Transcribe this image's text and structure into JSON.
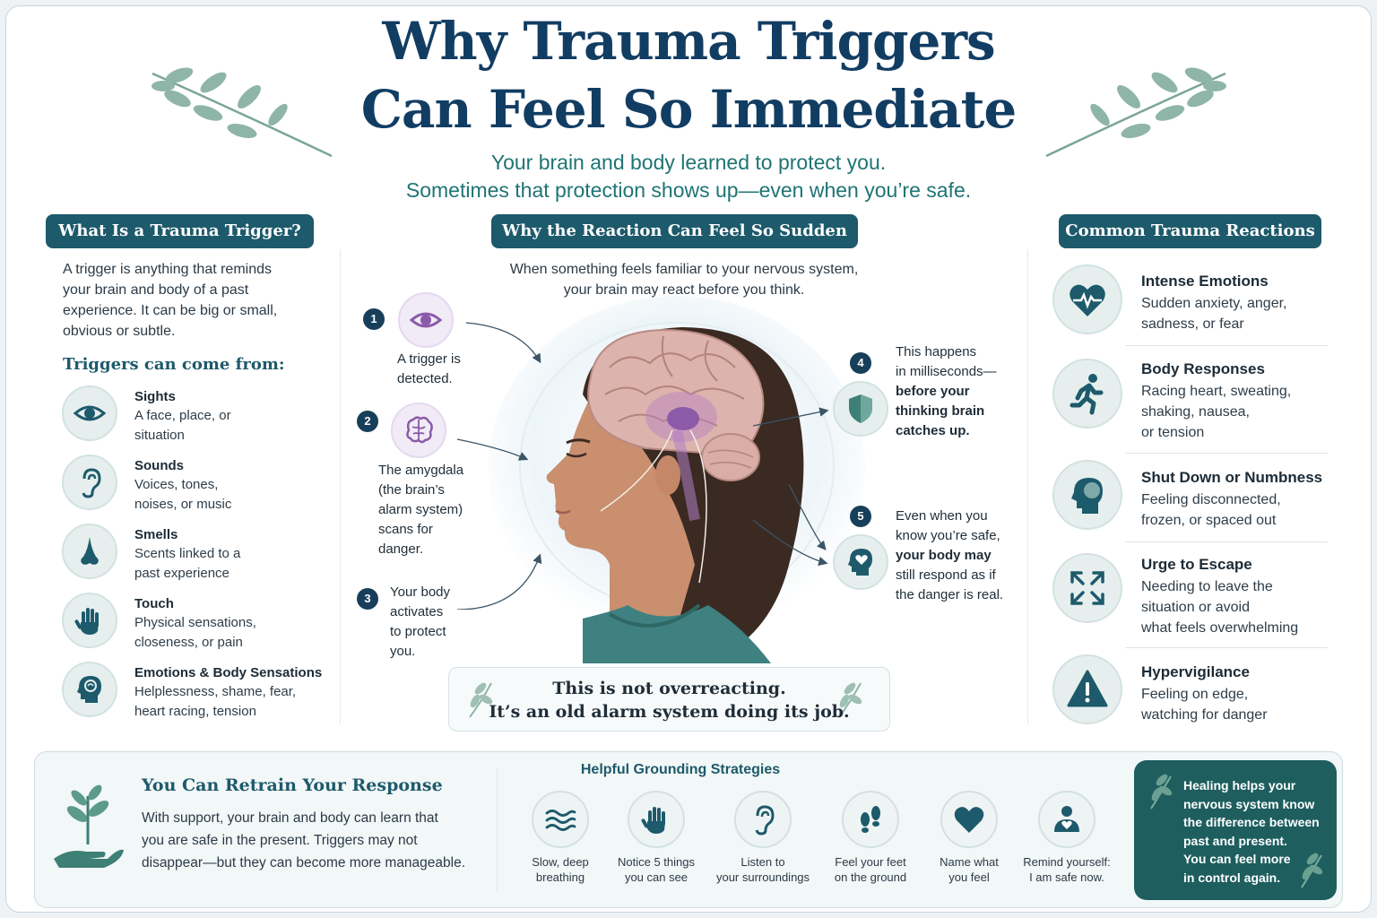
{
  "header": {
    "title_line1": "Why Trauma Triggers",
    "title_line2": "Can Feel So Immediate",
    "subtitle_line1": "Your brain and body learned to protect you.",
    "subtitle_line2": "Sometimes that protection shows up—even when you’re safe."
  },
  "left": {
    "heading": "What Is a Trauma Trigger?",
    "intro_lines": [
      "A trigger is anything that reminds",
      "your brain and body of a past",
      "experience. It can be big or small,",
      "obvious or subtle."
    ],
    "subheading": "Triggers can come from:",
    "items": [
      {
        "icon": "eye-icon",
        "title": "Sights",
        "desc_lines": [
          "A face, place, or",
          "situation"
        ]
      },
      {
        "icon": "ear-icon",
        "title": "Sounds",
        "desc_lines": [
          "Voices, tones,",
          "noises, or music"
        ]
      },
      {
        "icon": "nose-icon",
        "title": "Smells",
        "desc_lines": [
          "Scents linked to a",
          "past experience"
        ]
      },
      {
        "icon": "hand-icon",
        "title": "Touch",
        "desc_lines": [
          "Physical sensations,",
          "closeness, or pain"
        ]
      },
      {
        "icon": "head-brain-icon",
        "title": "Emotions & Body Sensations",
        "desc_lines": [
          "Helplessness, shame, fear,",
          "heart racing, tension"
        ]
      }
    ]
  },
  "center": {
    "heading": "Why the Reaction Can Feel So Sudden",
    "intro_line1": "When something feels familiar to your nervous system,",
    "intro_line2": "your brain may react before you think.",
    "steps": [
      {
        "num": "1",
        "lines": [
          "A trigger is",
          "detected."
        ]
      },
      {
        "num": "2",
        "lines": [
          "The amygdala",
          "(the brain’s",
          "alarm system)",
          "scans for",
          "danger."
        ]
      },
      {
        "num": "3",
        "lines": [
          "Your body",
          "activates",
          "to protect",
          "you."
        ]
      },
      {
        "num": "4",
        "lines": [
          "This happens",
          "in milliseconds—",
          "before your",
          "thinking brain",
          "catches up."
        ]
      },
      {
        "num": "5",
        "lines": [
          "Even when you",
          "know you’re safe,",
          "your body may",
          "still respond as if",
          "the danger is real."
        ]
      }
    ],
    "quote_line1": "This is not overreacting.",
    "quote_line2": "It’s an old alarm system doing its job."
  },
  "right": {
    "heading": "Common Trauma Reactions",
    "items": [
      {
        "icon": "heartbeat-icon",
        "title": "Intense Emotions",
        "desc_lines": [
          "Sudden anxiety, anger,",
          "sadness, or fear"
        ]
      },
      {
        "icon": "running-person-icon",
        "title": "Body Responses",
        "desc_lines": [
          "Racing heart, sweating,",
          "shaking, nausea,",
          "or tension"
        ]
      },
      {
        "icon": "head-fog-icon",
        "title": "Shut Down or Numbness",
        "desc_lines": [
          "Feeling disconnected,",
          "frozen, or spaced out"
        ]
      },
      {
        "icon": "arrows-out-icon",
        "title": "Urge to Escape",
        "desc_lines": [
          "Needing to leave the",
          "situation or avoid",
          "what feels overwhelming"
        ]
      },
      {
        "icon": "warning-icon",
        "title": "Hypervigilance",
        "desc_lines": [
          "Feeling on edge,",
          "watching for danger"
        ]
      }
    ]
  },
  "bottom": {
    "retrain_heading": "You Can Retrain Your Response",
    "retrain_lines": [
      "With support, your brain and body can learn that",
      "you are safe in the present. Triggers may not",
      "disappear—but they can become more manageable."
    ],
    "strategies_heading": "Helpful Grounding Strategies",
    "strategies": [
      {
        "icon": "waves-icon",
        "lines": [
          "Slow, deep",
          "breathing"
        ]
      },
      {
        "icon": "hand-icon",
        "lines": [
          "Notice 5 things",
          "you can see"
        ]
      },
      {
        "icon": "ear-icon",
        "lines": [
          "Listen to",
          "your surroundings"
        ]
      },
      {
        "icon": "footprints-icon",
        "lines": [
          "Feel your feet",
          "on the ground"
        ]
      },
      {
        "icon": "heart-icon",
        "lines": [
          "Name what",
          "you feel"
        ]
      },
      {
        "icon": "person-heart-icon",
        "lines": [
          "Remind yourself:",
          "I am safe now."
        ]
      }
    ],
    "healing_lines": [
      "Healing helps your",
      "nervous system know",
      "the difference between",
      "past and present.",
      "You can feel more",
      "in control again."
    ]
  },
  "colors": {
    "navy": "#123d63",
    "teal": "#1d5a6b",
    "teal_text": "#1f7474",
    "sage": "#6f9c8f",
    "purple": "#8b5aa8"
  }
}
